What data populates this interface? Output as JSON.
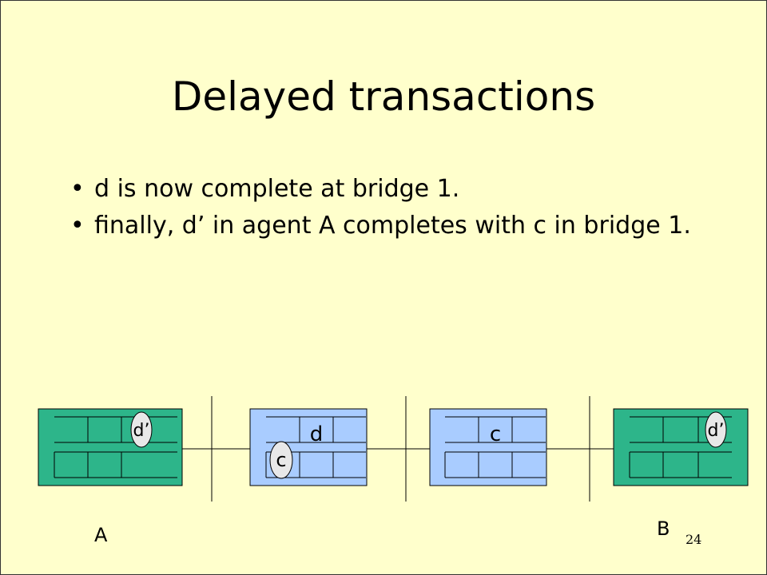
{
  "slide": {
    "title": "Delayed transactions",
    "bullets": [
      "d is now complete at bridge 1.",
      "finally, d’ in agent A completes with c in bridge 1."
    ],
    "page_number": "24"
  },
  "diagram": {
    "agent_left_label": "A",
    "agent_right_label": "B",
    "token_agent_a": "d’",
    "token_bridge1_slot": "d",
    "token_bridge1_oval": "c",
    "token_bridge2_slot": "c",
    "token_agent_b": "d’",
    "colors": {
      "agent_fill": "#2db58a",
      "bridge_fill": "#a9ccff",
      "oval_fill": "#e8e8e8",
      "background": "#ffffcc"
    }
  }
}
